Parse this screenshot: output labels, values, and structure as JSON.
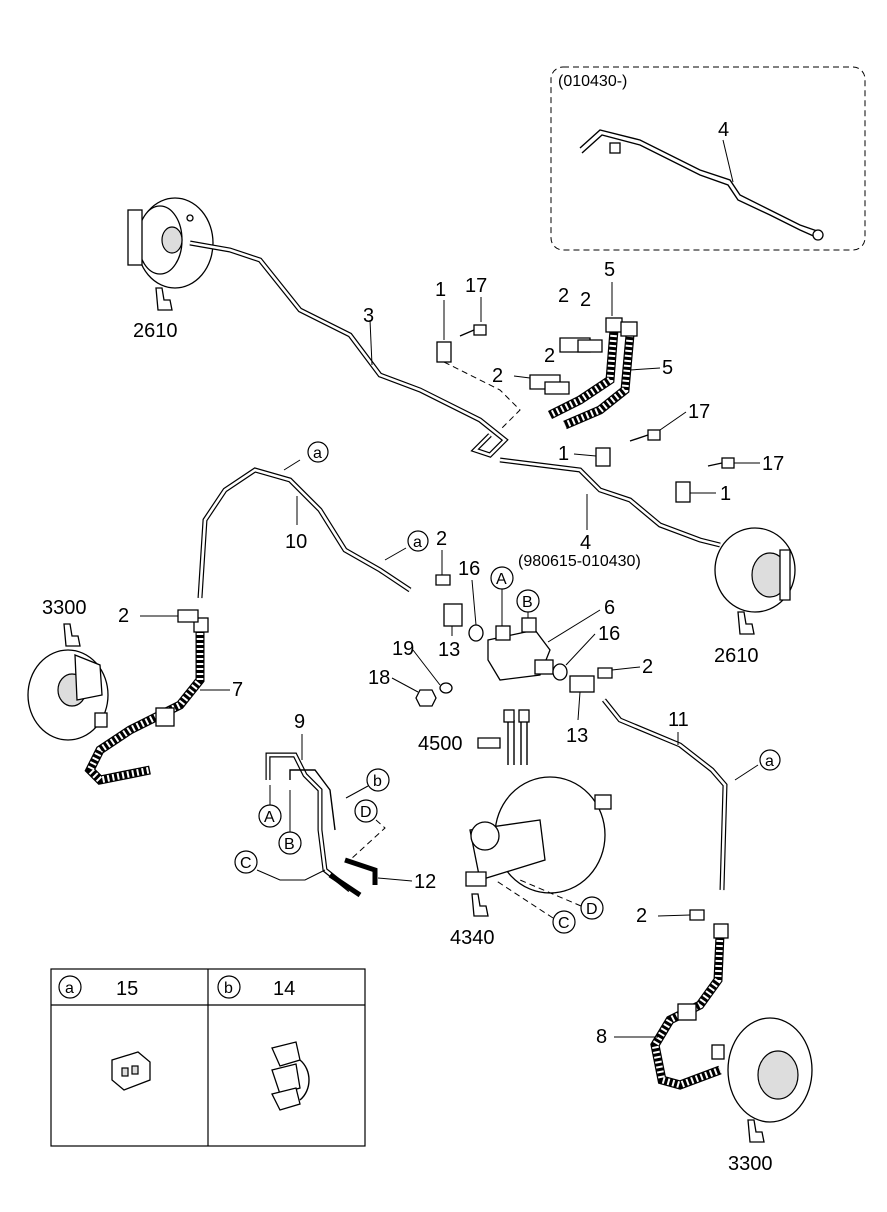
{
  "inset": {
    "date_range": "(010430-)",
    "part_no": "4"
  },
  "labels": {
    "n2610_top": "2610",
    "n1_a": "1",
    "n17_a": "17",
    "n3": "3",
    "n2_a": "2",
    "n2_b": "2",
    "n5_a": "5",
    "n2_c": "2",
    "n2_d": "2",
    "n5_b": "5",
    "n17_b": "17",
    "n1_b": "1",
    "n17_c": "17",
    "n1_c": "1",
    "n4_main": "4",
    "n4_date": "(980615-010430)",
    "n2610_right": "2610",
    "n10": "10",
    "n3300_left": "3300",
    "n2_left": "2",
    "n7": "7",
    "n2_mid": "2",
    "n16_a": "16",
    "n13_a": "13",
    "n6": "6",
    "n16_b": "16",
    "n19": "19",
    "n18": "18",
    "n2_right": "2",
    "n13_b": "13",
    "n4500": "4500",
    "n11": "11",
    "n9": "9",
    "n12": "12",
    "n4340": "4340",
    "n2_low": "2",
    "n8": "8",
    "n3300_right": "3300"
  },
  "callouts": {
    "a1": "a",
    "a2": "a",
    "a3": "a",
    "A1": "A",
    "B1": "B",
    "A2": "A",
    "B2": "B",
    "b1": "b",
    "C1": "C",
    "D1": "D",
    "C2": "C",
    "D2": "D"
  },
  "legend": {
    "items": [
      {
        "ref": "a",
        "part_no": "15"
      },
      {
        "ref": "b",
        "part_no": "14"
      }
    ]
  }
}
